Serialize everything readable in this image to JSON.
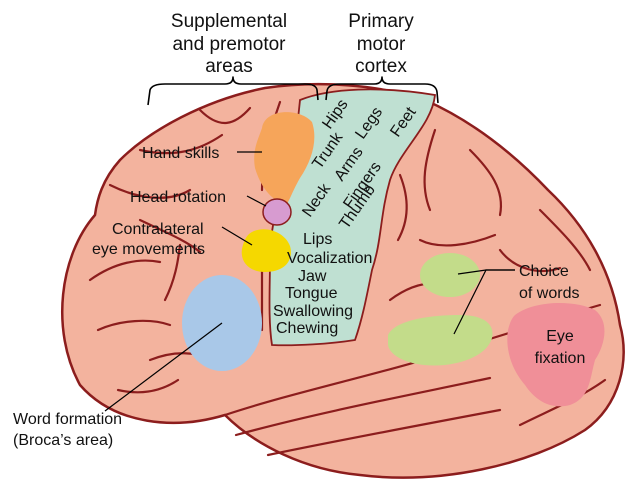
{
  "headers": {
    "premotor": [
      "Supplemental",
      "and premotor",
      "areas"
    ],
    "motor": [
      "Primary",
      "motor",
      "cortex"
    ]
  },
  "labels": {
    "hand_skills": "Hand skills",
    "head_rotation": "Head rotation",
    "contralateral": [
      "Contralateral",
      "eye movements"
    ],
    "word_formation": [
      "Word formation",
      "(Broca’s area)"
    ],
    "choice_of_words": [
      "Choice",
      "of words"
    ],
    "eye_fixation": [
      "Eye",
      "fixation"
    ]
  },
  "motor_map": {
    "upper": [
      "Hips",
      "Trunk",
      "Legs",
      "Feet",
      "Neck",
      "Arms",
      "Fingers",
      "Thumb"
    ],
    "lower": [
      "Lips",
      "Vocalization",
      "Jaw",
      "Tongue",
      "Swallowing",
      "Chewing"
    ]
  },
  "colors": {
    "brain": "#f3b39e",
    "outline": "#8c1d1d",
    "motor_strip": "#bfe0d2",
    "hand_skills": "#f6a55a",
    "head_rotation": "#d79bd0",
    "eye_movements": "#f5d800",
    "broca": "#a9c8e8",
    "choice_of_words": "#c3dc8a",
    "eye_fixation": "#f08f98"
  }
}
